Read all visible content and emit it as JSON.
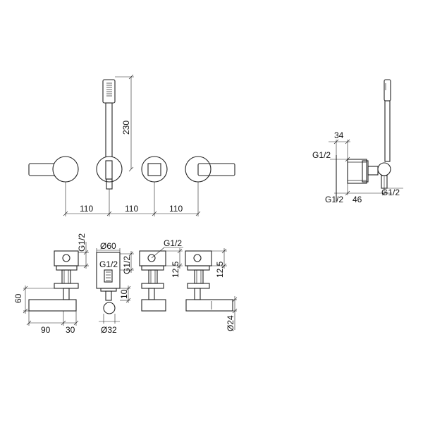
{
  "front_view": {
    "dim_height": "230",
    "dim_spacing": [
      "110",
      "110",
      "110"
    ]
  },
  "side_view": {
    "dim_34": "34",
    "thread_top": "G1/2",
    "thread_bottom_left": "G1/2",
    "dim_46": "46",
    "thread_bottom_right": "G1/2"
  },
  "section_views": {
    "thread_1": "G1/2",
    "dim_60": "60",
    "dim_90": "90",
    "dim_30": "30",
    "dia_60": "Ø60",
    "thread_2": "G1/2",
    "thread_2b": "G1/2",
    "dim_10": "10",
    "dia_32": "Ø32",
    "thread_3": "G1/2",
    "dim_12_5_a": "12,5",
    "dim_12_5_b": "12,5",
    "dia_24": "Ø24"
  }
}
